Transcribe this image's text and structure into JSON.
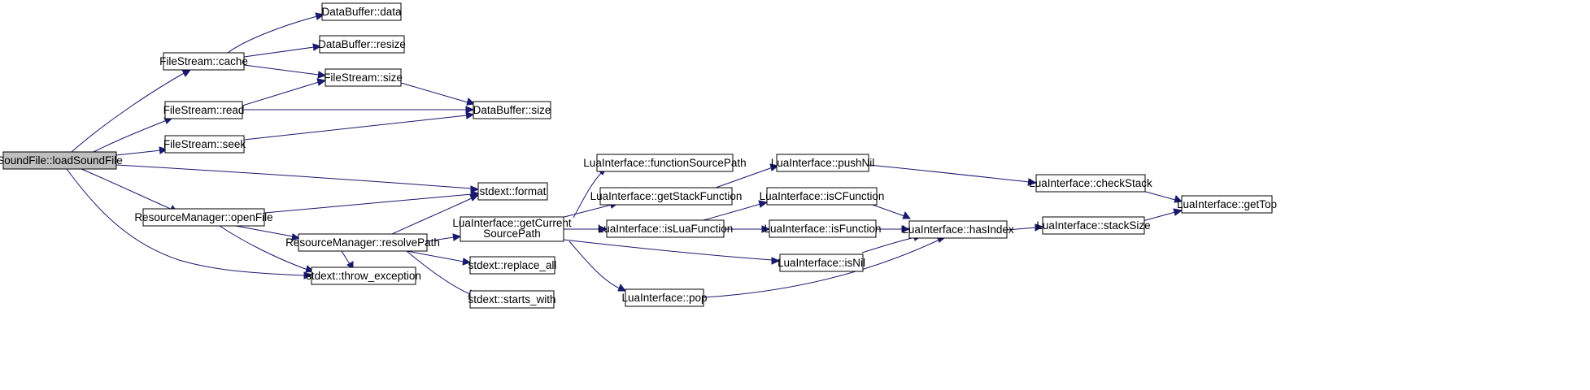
{
  "graph": {
    "colors": {
      "edge": "#191970",
      "node_fill": "#ffffff",
      "root_fill": "#bfbfbf",
      "border": "#000000"
    },
    "nodes": {
      "root": "SoundFile::loadSoundFile",
      "fs_cache": "FileStream::cache",
      "fs_read": "FileStream::read",
      "fs_seek": "FileStream::seek",
      "rm_open": "ResourceManager::openFile",
      "db_data": "DataBuffer::data",
      "db_resize": "DataBuffer::resize",
      "fs_size": "FileStream::size",
      "db_size": "DataBuffer::size",
      "fmt": "stdext::format",
      "rm_resolve": "ResourceManager::resolvePath",
      "throw": "stdext::throw_exception",
      "replace": "stdext::replace_all",
      "starts": "stdext::starts_with",
      "li_gcsp_1": "LuaInterface::getCurrent",
      "li_gcsp_2": "SourcePath",
      "li_fsp": "LuaInterface::functionSourcePath",
      "li_gsf": "LuaInterface::getStackFunction",
      "li_isluaf": "LuaInterface::isLuaFunction",
      "li_pop": "LuaInterface::pop",
      "li_pushnil": "LuaInterface::pushNil",
      "li_iscf": "LuaInterface::isCFunction",
      "li_isf": "LuaInterface::isFunction",
      "li_isnil": "LuaInterface::isNil",
      "li_hasidx": "LuaInterface::hasIndex",
      "li_check": "LuaInterface::checkStack",
      "li_stack": "LuaInterface::stackSize",
      "li_gettop": "LuaInterface::getTop"
    }
  }
}
